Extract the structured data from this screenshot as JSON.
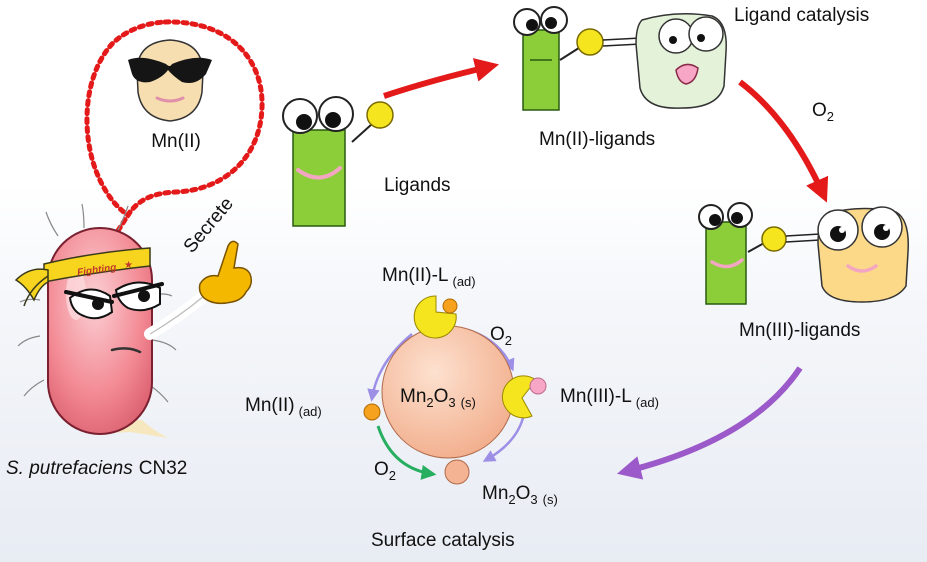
{
  "labels": {
    "mn2_bubble": "Mn(II)",
    "secrete": "Secrete",
    "headband": "Fighting",
    "headband_star": "★",
    "ligands": "Ligands",
    "mn2_ligands": "Mn(II)-ligands",
    "ligand_catalysis": "Ligand catalysis",
    "o2_main": "O",
    "o2_main_sub": "2",
    "mn3_ligands": "Mn(III)-ligands",
    "mn2_l_ad": "Mn(II)-L",
    "mn2_l_ad_sub": "(ad)",
    "o2_cycle_top": "O",
    "o2_cycle_top_sub": "2",
    "mn3_l_ad": "Mn(III)-L",
    "mn3_l_ad_sub": "(ad)",
    "mn2_ad": "Mn(II)",
    "mn2_ad_sub": "(ad)",
    "mn2o3_center_a": "Mn",
    "mn2o3_center_b": "2",
    "mn2o3_center_c": "O",
    "mn2o3_center_d": "3",
    "mn2o3_center_e": "(s)",
    "o2_cycle_bottom": "O",
    "o2_cycle_bottom_sub": "2",
    "mn2o3_product_a": "Mn",
    "mn2o3_product_b": "2",
    "mn2o3_product_c": "O",
    "mn2o3_product_d": "3",
    "mn2o3_product_e": "(s)",
    "organism_italic": "S. putrefaciens",
    "organism_strain": "CN32",
    "surface_catalysis": "Surface catalysis"
  },
  "colors": {
    "arrow_red": "#e41a1a",
    "arrow_purple": "#9b59c9",
    "arrow_green": "#27ae60",
    "cycle_arrow": "#9d8ee6",
    "ligand_green": "#8ccd3a",
    "ligand_yellow": "#f5e51f",
    "mineral_orange": "#f4b393",
    "mn_ion_orange": "#f6a21e",
    "mn3_pink": "#f7a6c5",
    "bacterium_pink": "#f38b95",
    "mn_face": "#f6deb0",
    "mn2_ligand_face": "#e3f2d9",
    "mn3_ligand_face": "#fcd889"
  },
  "icons": [
    "mn2-cartoon-face-icon",
    "ligand-character-icon",
    "bacterium-character-icon",
    "pointing-hand-icon",
    "pacman-ligand-icon"
  ]
}
